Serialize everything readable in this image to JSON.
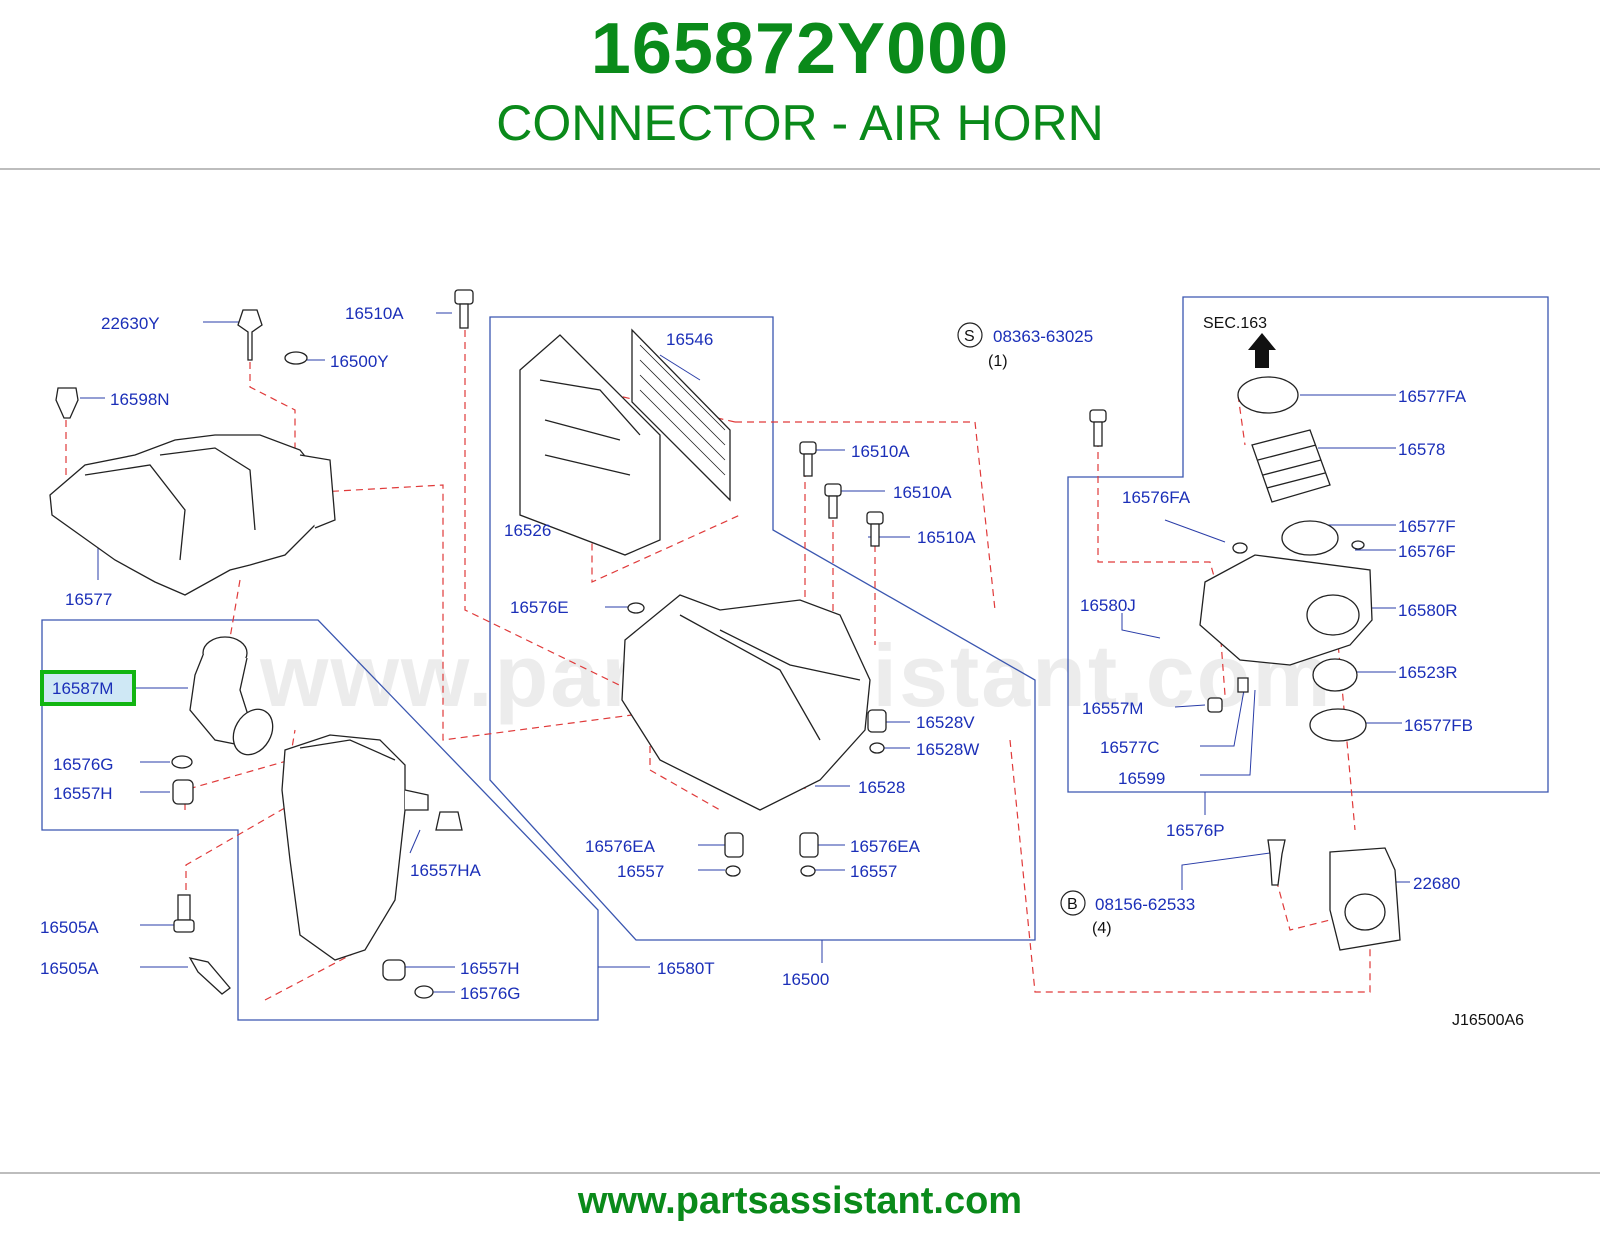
{
  "header": {
    "part_number": "165872Y000",
    "part_name": "CONNECTOR - AIR HORN"
  },
  "footer": {
    "url": "www.partsassistant.com"
  },
  "diagram": {
    "watermark": "www.partsassistant.com",
    "diagram_code": "J16500A6",
    "highlighted_part": "16587M",
    "callouts": {
      "c22630Y": "22630Y",
      "c16510A_1": "16510A",
      "c16500Y": "16500Y",
      "c16598N": "16598N",
      "c16577": "16577",
      "c16587M": "16587M",
      "c16576G_1": "16576G",
      "c16557H_1": "16557H",
      "c16557HA": "16557HA",
      "c16505A_1": "16505A",
      "c16505A_2": "16505A",
      "c16557H_2": "16557H",
      "c16576G_2": "16576G",
      "c16580T": "16580T",
      "c16546": "16546",
      "c16526": "16526",
      "c16510A_2": "16510A",
      "c16510A_3": "16510A",
      "c16510A_4": "16510A",
      "c16576E": "16576E",
      "c16528V": "16528V",
      "c16528W": "16528W",
      "c16528": "16528",
      "c16576EA_1": "16576EA",
      "c16557_1": "16557",
      "c16576EA_2": "16576EA",
      "c16557_2": "16557",
      "c16500": "16500",
      "c08363": "08363-63025",
      "c08363_qty": "(1)",
      "c08363_badge": "S",
      "sec163": "SEC.163",
      "c16577FA": "16577FA",
      "c16578": "16578",
      "c16576FA": "16576FA",
      "c16577F": "16577F",
      "c16576F": "16576F",
      "c16580J": "16580J",
      "c16580R": "16580R",
      "c16523R": "16523R",
      "c16557M": "16557M",
      "c16577FB": "16577FB",
      "c16577C": "16577C",
      "c16599": "16599",
      "c16576P": "16576P",
      "c22680": "22680",
      "c08156": "08156-62533",
      "c08156_qty": "(4)",
      "c08156_badge": "B"
    }
  }
}
